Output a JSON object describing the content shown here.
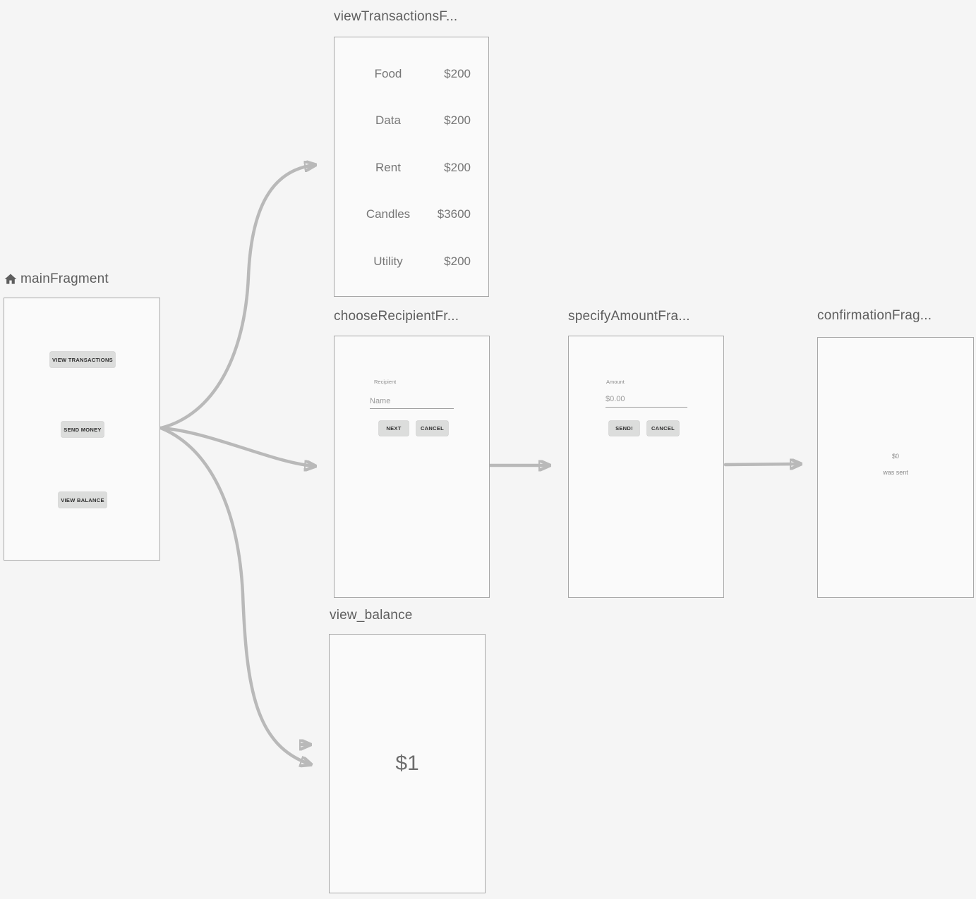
{
  "editor": {
    "type": "navigation-graph-canvas",
    "colors": {
      "canvas_bg": "#f5f5f5",
      "card_bg": "#fafafa",
      "card_border": "#a8a8a8",
      "arrow": "#b9b9b9",
      "title_text": "#5e5e5e",
      "button_bg": "#dcdddc",
      "row_text": "#767676"
    },
    "icons": {
      "home": "home-icon"
    }
  },
  "fragments": {
    "main": {
      "title": "mainFragment",
      "is_start_destination": true,
      "buttons": [
        "VIEW TRANSACTIONS",
        "SEND MONEY",
        "VIEW BALANCE"
      ]
    },
    "transactions": {
      "title": "viewTransactionsF...",
      "rows": [
        {
          "label": "Food",
          "amount": "$200"
        },
        {
          "label": "Data",
          "amount": "$200"
        },
        {
          "label": "Rent",
          "amount": "$200"
        },
        {
          "label": "Candles",
          "amount": "$3600"
        },
        {
          "label": "Utility",
          "amount": "$200"
        }
      ]
    },
    "chooseRecipient": {
      "title": "chooseRecipientFr...",
      "field_label": "Recipient",
      "placeholder": "Name",
      "next_label": "NEXT",
      "cancel_label": "CANCEL"
    },
    "specifyAmount": {
      "title": "specifyAmountFra...",
      "field_label": "Amount",
      "placeholder": "$0.00",
      "send_label": "SEND!",
      "cancel_label": "CANCEL"
    },
    "confirmation": {
      "title": "confirmationFrag...",
      "amount": "$0",
      "message": "was sent"
    },
    "viewBalance": {
      "title": "view_balance",
      "balance": "$1"
    }
  }
}
